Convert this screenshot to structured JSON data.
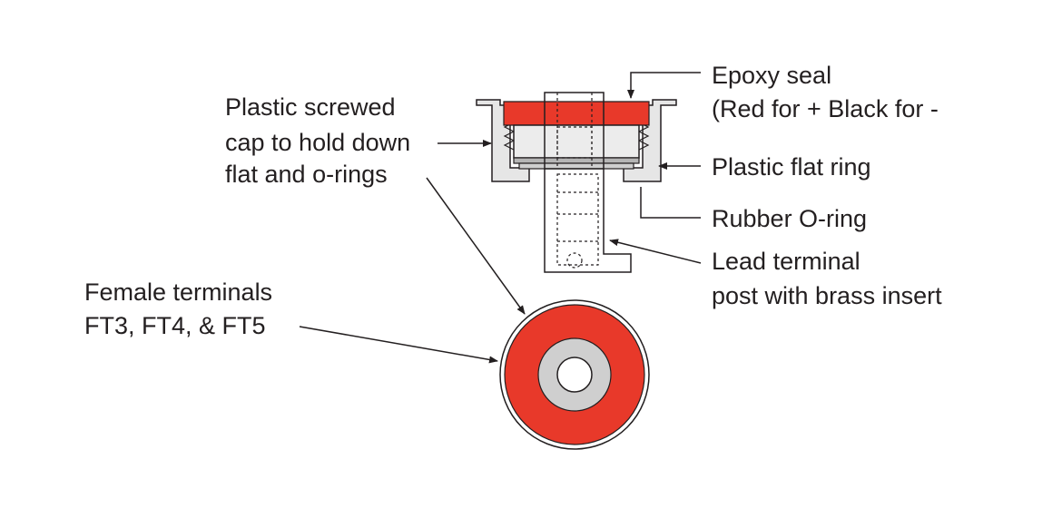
{
  "labels": {
    "epoxy_seal_line1": "Epoxy seal",
    "epoxy_seal_line2": "(Red for + Black for -",
    "cap_line1": "Plastic screwed",
    "cap_line2": "cap to hold down",
    "cap_line3": "flat and o-rings",
    "flat_ring": "Plastic flat ring",
    "o_ring": "Rubber O-ring",
    "lead_terminal_line1": "Lead terminal",
    "lead_terminal_line2": "post with brass insert",
    "female_line1": "Female terminals",
    "female_line2": "FT3, FT4, & FT5"
  },
  "colors": {
    "epoxy_red": "#e8392a",
    "outline": "#231f20",
    "light_gray": "#e6e6e6",
    "mid_gray": "#cfcfcf",
    "dark_gray": "#b5b5b5"
  }
}
